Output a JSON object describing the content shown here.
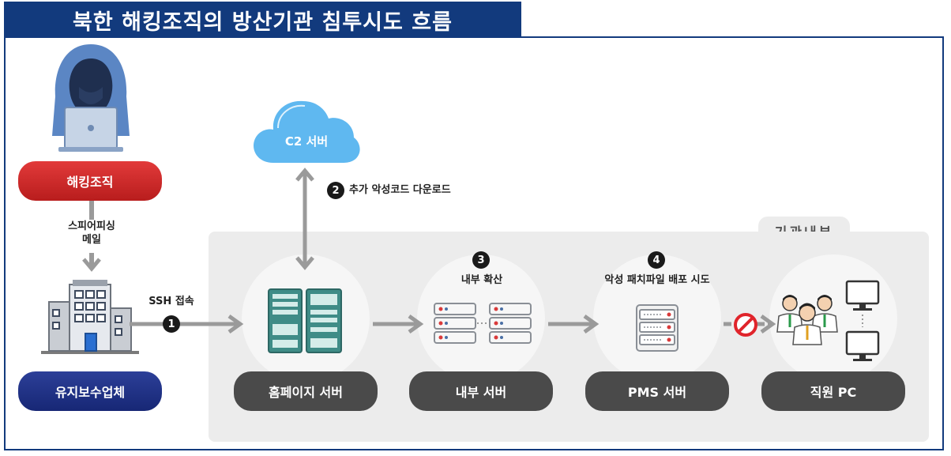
{
  "title": "북한 해킹조직의 방산기관 침투시도 흐름",
  "inner_area_label": "기관내부",
  "nodes": {
    "hacker_org": "해킹조직",
    "maintenance_vendor": "유지보수업체",
    "homepage_server": "홈페이지 서버",
    "internal_server": "내부 서버",
    "pms_server": "PMS 서버",
    "employee_pc": "직원 PC",
    "c2_server": "C2 서버"
  },
  "edges": {
    "spear_phishing": "스피어피싱\n메일",
    "ssh_access": "SSH 접속",
    "additional_malware": "추가 악성코드 다운로드",
    "internal_spread": "내부 확산",
    "malicious_patch": "악성 패치파일 배포 시도"
  },
  "steps": {
    "step1": "1",
    "step2": "2",
    "step3": "3",
    "step4": "4"
  },
  "colors": {
    "title_bg": "#123a7d",
    "hacker_pill": "#d12b2b",
    "vendor_pill": "#1e2f85",
    "node_pill": "#4a4a4a",
    "cloud": "#5fb8f0",
    "blocked": "#e0242b"
  }
}
